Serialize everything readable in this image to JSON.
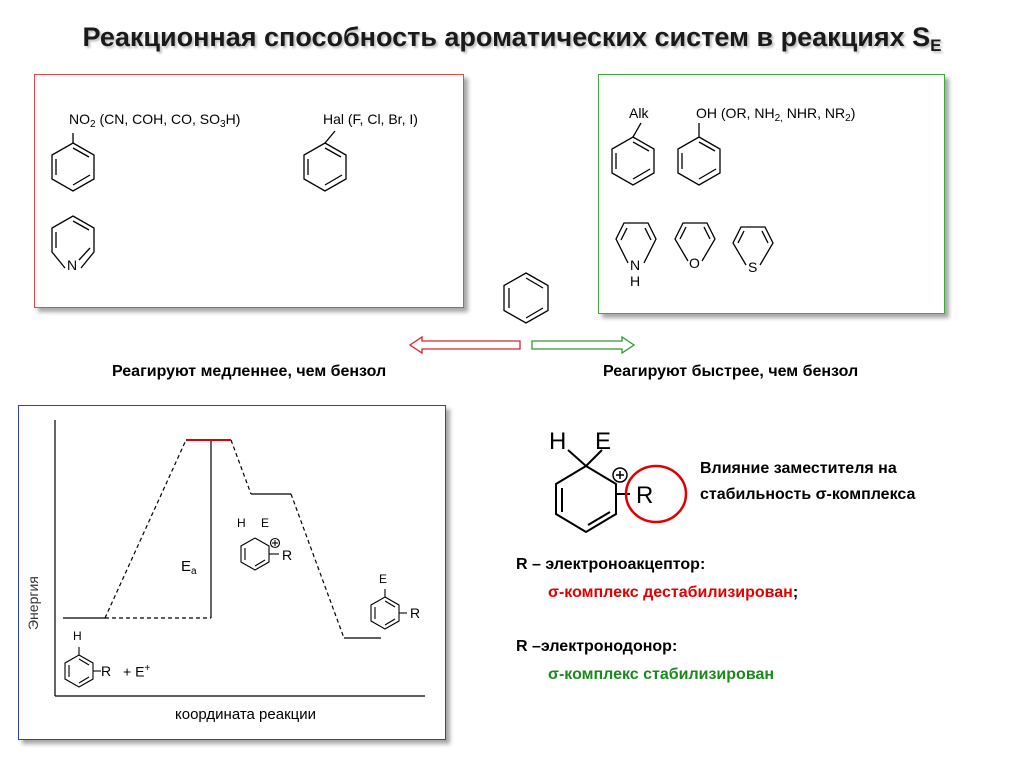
{
  "title": {
    "main": "Реакционная способность ароматических систем в реакциях S",
    "sub": "E"
  },
  "left_box": {
    "substituent_1_pre": "NO",
    "substituent_1_sub": "2",
    "substituent_1_mid": " (CN, COH, CO, SO",
    "substituent_1_sub2": "3",
    "substituent_1_post": "H)",
    "substituent_2": "Hal (F, Cl, Br, I)",
    "pyridine_atom": "N"
  },
  "right_box": {
    "alk": "Alk",
    "oh_pre": "OH (OR, NH",
    "oh_sub": "2,",
    "oh_mid": " NHR, NR",
    "oh_sub2": "2",
    "oh_post": ")",
    "pyrrole_n": "N",
    "pyrrole_h": "H",
    "furan_o": "O",
    "thiophene_s": "S"
  },
  "captions": {
    "slower": "Реагируют медленнее, чем бензол",
    "faster": "Реагируют быстрее, чем бензол"
  },
  "energy_diagram": {
    "y_axis": "Энергия",
    "x_axis": "координата реакции",
    "ea_main": "E",
    "ea_sub": "a",
    "reactant_h": "H",
    "reactant_r": "R",
    "reactant_plus": "+ E",
    "reactant_sup": "+",
    "inter_h": "H",
    "inter_e": "E",
    "inter_r": "R",
    "inter_charge": "+",
    "product_e": "E",
    "product_r": "R"
  },
  "sigma_complex": {
    "h": "H",
    "e": "E",
    "r": "R",
    "charge": "+",
    "influence_line1": "Влияние заместителя на",
    "influence_line2": "стабильность  σ-комплекса",
    "acceptor_title": "R – электроноакцептор:",
    "acceptor_result": "σ-комплекс дестабилизирован",
    "acceptor_semicolon": ";",
    "donor_title": "R –электронодонор:",
    "donor_result": "σ-комплекс стабилизирован"
  },
  "colors": {
    "left_border": "#e8474b",
    "right_border": "#3fa83f",
    "diagram_border": "#2e3fbf",
    "highlight_red": "#e00000",
    "highlight_green": "#1a8a1a"
  }
}
